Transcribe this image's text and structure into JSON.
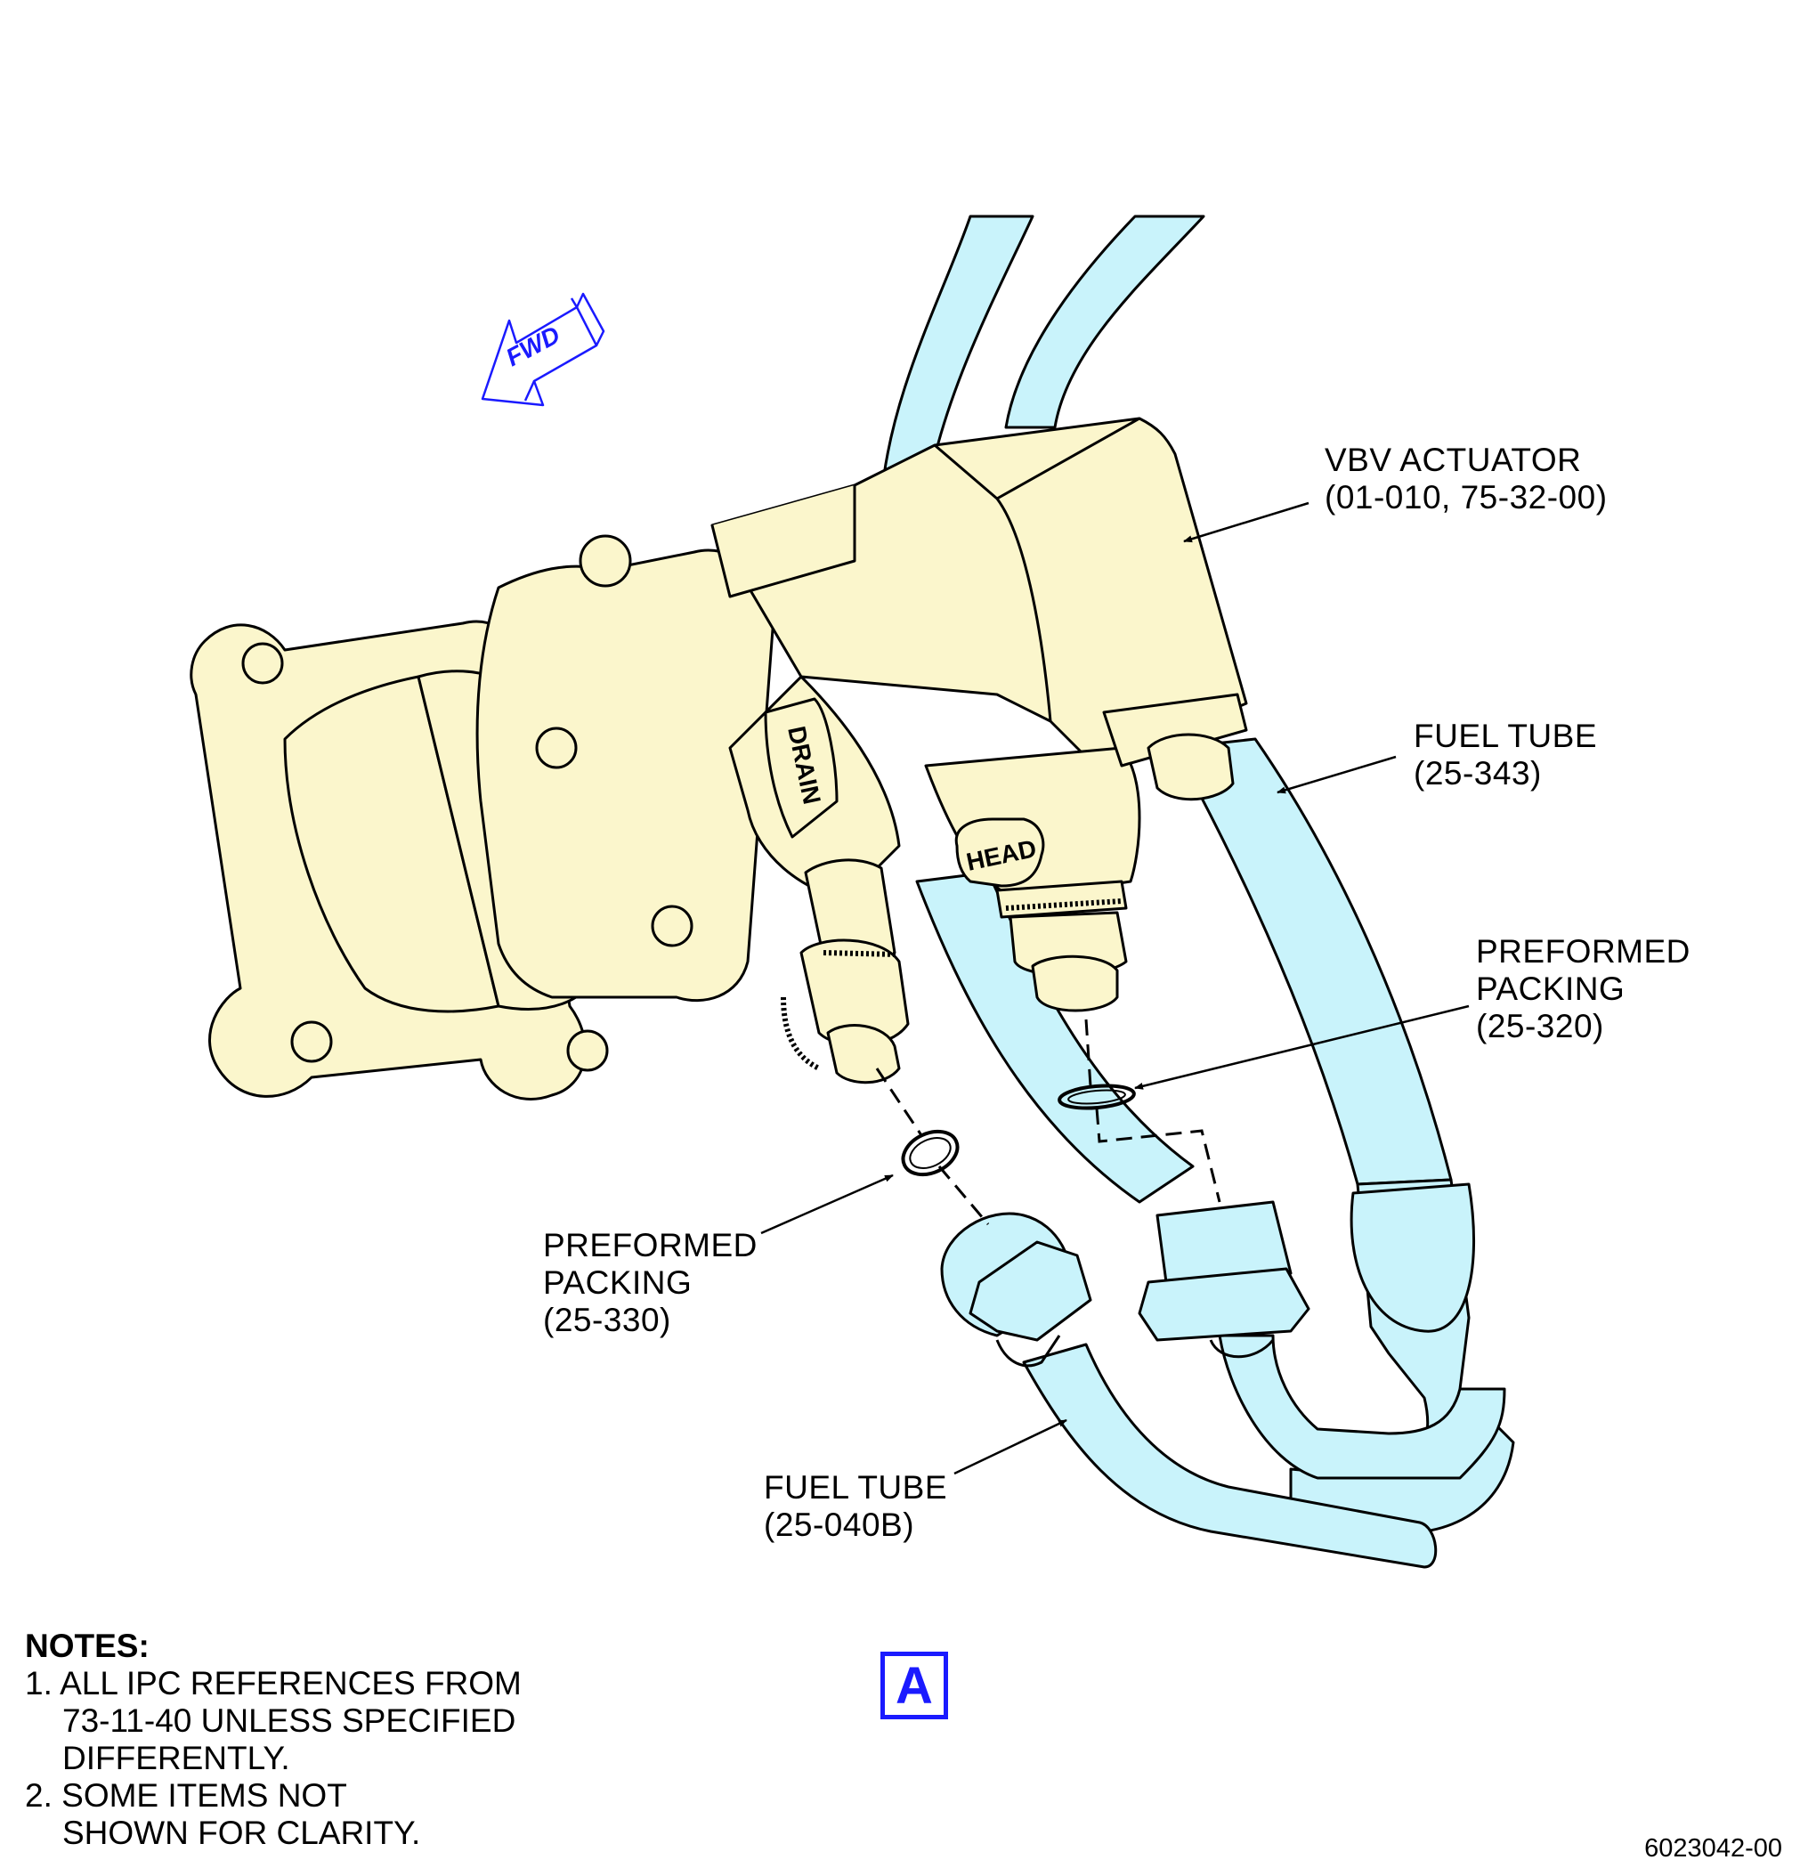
{
  "fwd_label": "FWD",
  "component_labels": {
    "drain": "DRAIN",
    "head": "HEAD"
  },
  "callouts": {
    "vbv_actuator": {
      "line1": "VBV ACTUATOR",
      "line2": "(01-010, 75-32-00)"
    },
    "fuel_tube_343": {
      "line1": "FUEL TUBE",
      "line2": "(25-343)"
    },
    "packing_320": {
      "line1": "PREFORMED",
      "line2": "PACKING",
      "line3": "(25-320)"
    },
    "packing_330": {
      "line1": "PREFORMED",
      "line2": "PACKING",
      "line3": "(25-330)"
    },
    "fuel_tube_040b": {
      "line1": "FUEL TUBE",
      "line2": "(25-040B)"
    }
  },
  "notes": {
    "title": "NOTES:",
    "items": [
      {
        "line1": "1. ALL IPC REFERENCES FROM",
        "line2": "73-11-40 UNLESS SPECIFIED",
        "line3": "DIFFERENTLY."
      },
      {
        "line1": "2. SOME ITEMS NOT",
        "line2": "SHOWN FOR CLARITY."
      }
    ]
  },
  "view_label": "A",
  "figure_id": "6023042-00",
  "colors": {
    "tube_fill": "#c9f3fb",
    "actuator_fill": "#fbf6cc",
    "outline": "#000000",
    "fwd_arrow": "#1a1aff"
  }
}
